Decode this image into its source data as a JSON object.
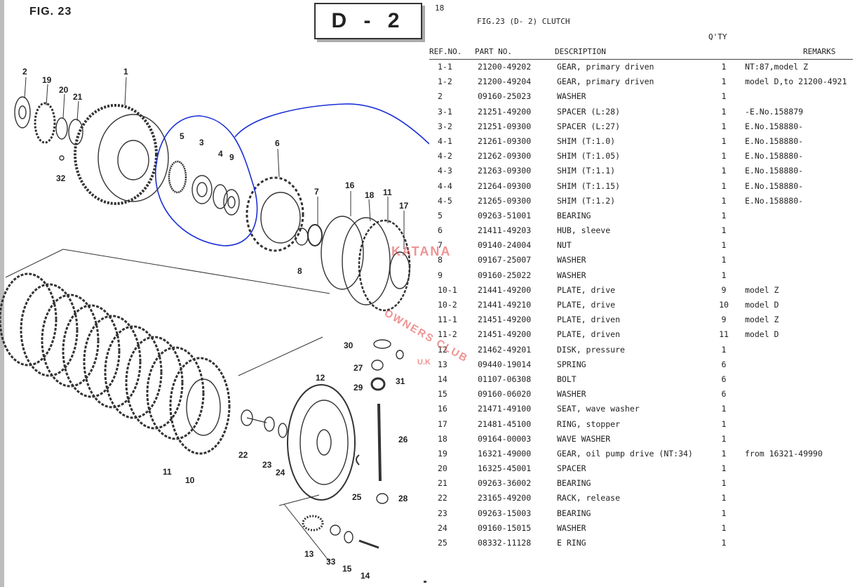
{
  "figure": {
    "label": "FIG. 23",
    "code": "D - 2",
    "page": "18"
  },
  "table": {
    "title": "FIG.23 (D- 2) CLUTCH",
    "qty_label": "Q'TY",
    "headers": {
      "ref": "REF.NO.",
      "part": "PART NO.",
      "desc": "DESCRIPTION",
      "remarks": "REMARKS"
    },
    "rows": [
      {
        "ref": "1-1",
        "part": "21200-49202",
        "desc": "GEAR, primary driven",
        "qty": "1",
        "remarks": "NT:87,model Z"
      },
      {
        "ref": "1-2",
        "part": "21200-49204",
        "desc": "GEAR, primary driven",
        "qty": "1",
        "remarks": "model D,to 21200-4921"
      },
      {
        "ref": "2",
        "part": "09160-25023",
        "desc": "WASHER",
        "qty": "1",
        "remarks": ""
      },
      {
        "ref": "3-1",
        "part": "21251-49200",
        "desc": "SPACER (L:28)",
        "qty": "1",
        "remarks": "-E.No.158879"
      },
      {
        "ref": "3-2",
        "part": "21251-09300",
        "desc": "SPACER (L:27)",
        "qty": "1",
        "remarks": "E.No.158880-"
      },
      {
        "ref": "4-1",
        "part": "21261-09300",
        "desc": "SHIM (T:1.0)",
        "qty": "1",
        "remarks": "E.No.158880-"
      },
      {
        "ref": "4-2",
        "part": "21262-09300",
        "desc": "SHIM (T:1.05)",
        "qty": "1",
        "remarks": "E.No.158880-"
      },
      {
        "ref": "4-3",
        "part": "21263-09300",
        "desc": "SHIM (T:1.1)",
        "qty": "1",
        "remarks": "E.No.158880-"
      },
      {
        "ref": "4-4",
        "part": "21264-09300",
        "desc": "SHIM (T:1.15)",
        "qty": "1",
        "remarks": "E.No.158880-"
      },
      {
        "ref": "4-5",
        "part": "21265-09300",
        "desc": "SHIM (T:1.2)",
        "qty": "1",
        "remarks": "E.No.158880-"
      },
      {
        "ref": "5",
        "part": "09263-51001",
        "desc": "BEARING",
        "qty": "1",
        "remarks": ""
      },
      {
        "ref": "6",
        "part": "21411-49203",
        "desc": "HUB, sleeve",
        "qty": "1",
        "remarks": ""
      },
      {
        "ref": "7",
        "part": "09140-24004",
        "desc": "NUT",
        "qty": "1",
        "remarks": ""
      },
      {
        "ref": "8",
        "part": "09167-25007",
        "desc": "WASHER",
        "qty": "1",
        "remarks": ""
      },
      {
        "ref": "9",
        "part": "09160-25022",
        "desc": "WASHER",
        "qty": "1",
        "remarks": ""
      },
      {
        "ref": "10-1",
        "part": "21441-49200",
        "desc": "PLATE, drive",
        "qty": "9",
        "remarks": "model Z"
      },
      {
        "ref": "10-2",
        "part": "21441-49210",
        "desc": "PLATE, drive",
        "qty": "10",
        "remarks": "model D"
      },
      {
        "ref": "11-1",
        "part": "21451-49200",
        "desc": "PLATE, driven",
        "qty": "9",
        "remarks": "model Z"
      },
      {
        "ref": "11-2",
        "part": "21451-49200",
        "desc": "PLATE, driven",
        "qty": "11",
        "remarks": "model D"
      },
      {
        "ref": "12",
        "part": "21462-49201",
        "desc": "DISK, pressure",
        "qty": "1",
        "remarks": ""
      },
      {
        "ref": "13",
        "part": "09440-19014",
        "desc": "SPRING",
        "qty": "6",
        "remarks": ""
      },
      {
        "ref": "14",
        "part": "01107-06308",
        "desc": "BOLT",
        "qty": "6",
        "remarks": ""
      },
      {
        "ref": "15",
        "part": "09160-06020",
        "desc": "WASHER",
        "qty": "6",
        "remarks": ""
      },
      {
        "ref": "16",
        "part": "21471-49100",
        "desc": "SEAT, wave washer",
        "qty": "1",
        "remarks": ""
      },
      {
        "ref": "17",
        "part": "21481-45100",
        "desc": "RING, stopper",
        "qty": "1",
        "remarks": ""
      },
      {
        "ref": "18",
        "part": "09164-00003",
        "desc": "WAVE WASHER",
        "qty": "1",
        "remarks": ""
      },
      {
        "ref": "19",
        "part": "16321-49000",
        "desc": "GEAR, oil pump drive (NT:34)",
        "qty": "1",
        "remarks": "from 16321-49990"
      },
      {
        "ref": "20",
        "part": "16325-45001",
        "desc": "SPACER",
        "qty": "1",
        "remarks": ""
      },
      {
        "ref": "21",
        "part": "09263-36002",
        "desc": "BEARING",
        "qty": "1",
        "remarks": ""
      },
      {
        "ref": "22",
        "part": "23165-49200",
        "desc": "RACK, release",
        "qty": "1",
        "remarks": ""
      },
      {
        "ref": "23",
        "part": "09263-15003",
        "desc": "BEARING",
        "qty": "1",
        "remarks": ""
      },
      {
        "ref": "24",
        "part": "09160-15015",
        "desc": "WASHER",
        "qty": "1",
        "remarks": ""
      },
      {
        "ref": "25",
        "part": "08332-11128",
        "desc": "E RING",
        "qty": "1",
        "remarks": ""
      }
    ]
  },
  "diagram": {
    "callouts": [
      "1",
      "2",
      "3",
      "4",
      "5",
      "6",
      "7",
      "8",
      "9",
      "10",
      "11",
      "12",
      "13",
      "14",
      "15",
      "16",
      "17",
      "18",
      "19",
      "20",
      "21",
      "22",
      "23",
      "24",
      "25",
      "26",
      "27",
      "28",
      "29",
      "30",
      "31",
      "32",
      "33"
    ]
  },
  "watermark": {
    "top": "KATANA",
    "middle": "OWNERS CLUB",
    "bottom": "U.K"
  },
  "colors": {
    "annotation": "#1a2fd6",
    "watermark": "#e23b3b",
    "ink": "#222222"
  }
}
